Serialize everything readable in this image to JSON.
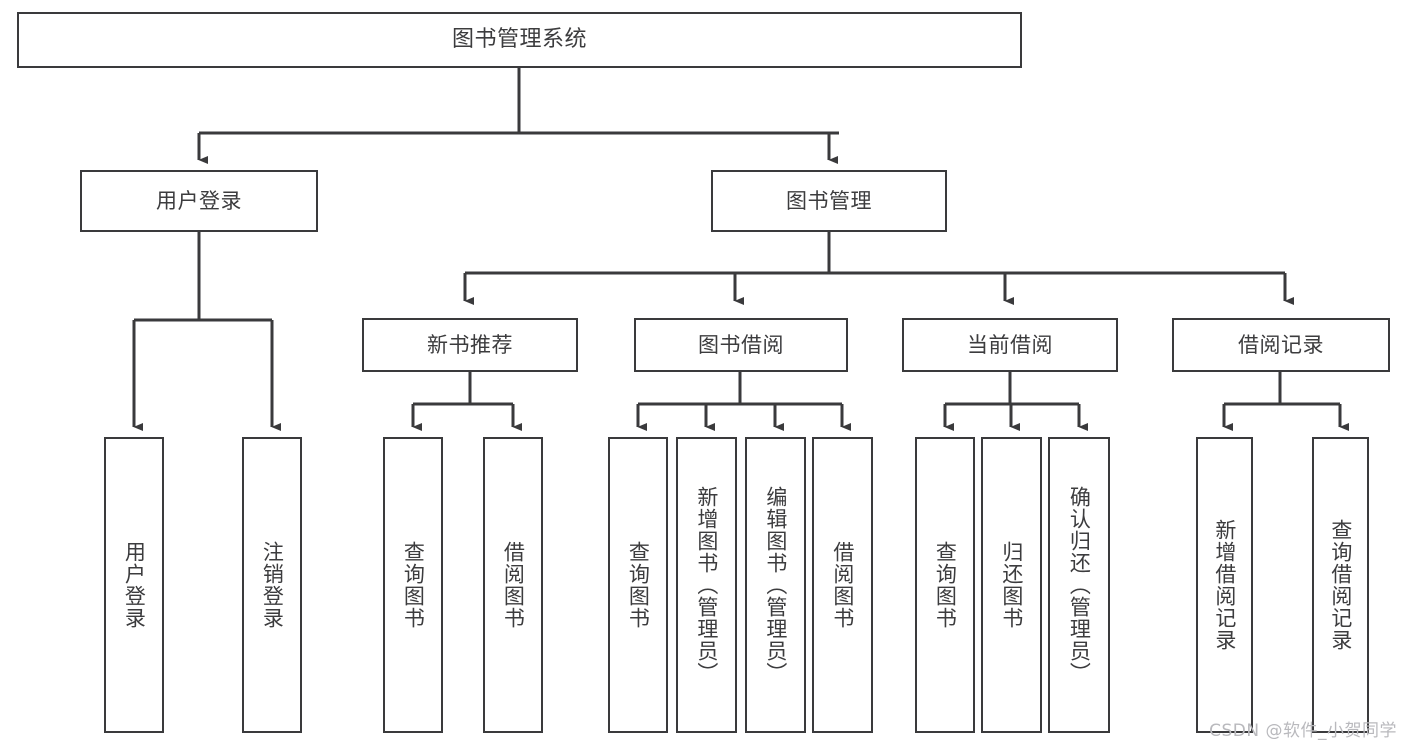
{
  "diagram": {
    "title": "图书管理系统",
    "type": "hierarchy-tree",
    "stroke_color": "#3a3a3c",
    "text_color": "#3c3c3e",
    "background": "#ffffff",
    "watermark": "CSDN @软件_小贺同学",
    "levels": {
      "root": {
        "label": "图书管理系统"
      },
      "level2": [
        {
          "label": "用户登录"
        },
        {
          "label": "图书管理"
        }
      ],
      "level3": [
        {
          "label": "新书推荐"
        },
        {
          "label": "图书借阅"
        },
        {
          "label": "当前借阅"
        },
        {
          "label": "借阅记录"
        }
      ],
      "leaves": {
        "user_login": [
          {
            "label": "用户登录"
          },
          {
            "label": "注销登录"
          }
        ],
        "new_book_recommend": [
          {
            "label": "查询图书"
          },
          {
            "label": "借阅图书"
          }
        ],
        "book_borrow": [
          {
            "label": "查询图书"
          },
          {
            "label": "新增图书（管理员）"
          },
          {
            "label": "编辑图书（管理员）"
          },
          {
            "label": "借阅图书"
          }
        ],
        "current_borrow": [
          {
            "label": "查询图书"
          },
          {
            "label": "归还图书"
          },
          {
            "label": "确认归还（管理员）"
          }
        ],
        "borrow_record": [
          {
            "label": "新增借阅记录"
          },
          {
            "label": "查询借阅记录"
          }
        ]
      }
    }
  }
}
